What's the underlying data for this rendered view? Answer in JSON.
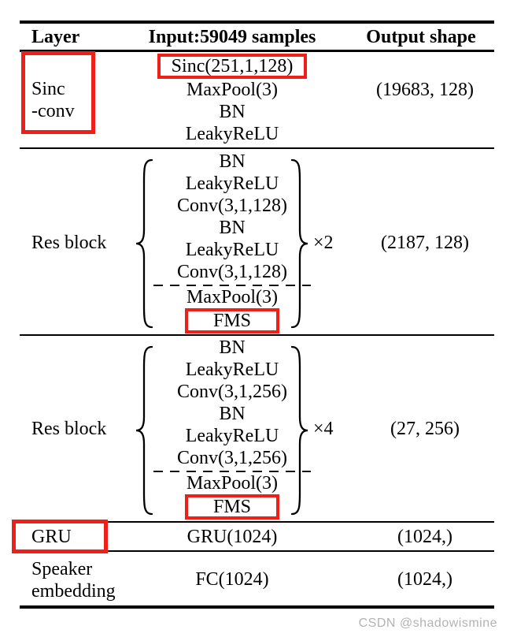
{
  "colors": {
    "highlight_red": "#ee2019",
    "rule_black": "#000000",
    "watermark_gray": "#b3b3b3"
  },
  "header": {
    "col_layer": "Layer",
    "col_input": "Input:59049 samples",
    "col_output": "Output shape"
  },
  "sections": {
    "sinc": {
      "layer_line1": "Sinc",
      "layer_line2": "-conv",
      "ops": [
        "Sinc(251,1,128)",
        "MaxPool(3)",
        "BN",
        "LeakyReLU"
      ],
      "output": "(19683, 128)"
    },
    "res1": {
      "layer": "Res block",
      "ops": [
        "BN",
        "LeakyReLU",
        "Conv(3,1,128)",
        "BN",
        "LeakyReLU",
        "Conv(3,1,128)",
        "MaxPool(3)",
        "FMS"
      ],
      "multiplier": "×2",
      "output": "(2187, 128)"
    },
    "res2": {
      "layer": "Res block",
      "ops": [
        "BN",
        "LeakyReLU",
        "Conv(3,1,256)",
        "BN",
        "LeakyReLU",
        "Conv(3,1,256)",
        "MaxPool(3)",
        "FMS"
      ],
      "multiplier": "×4",
      "output": "(27, 256)"
    },
    "gru": {
      "layer": "GRU",
      "op": "GRU(1024)",
      "output": "(1024,)"
    },
    "speaker": {
      "layer_line1": "Speaker",
      "layer_line2": "embedding",
      "op": "FC(1024)",
      "output": "(1024,)"
    }
  },
  "watermark": "CSDN @shadowismine"
}
